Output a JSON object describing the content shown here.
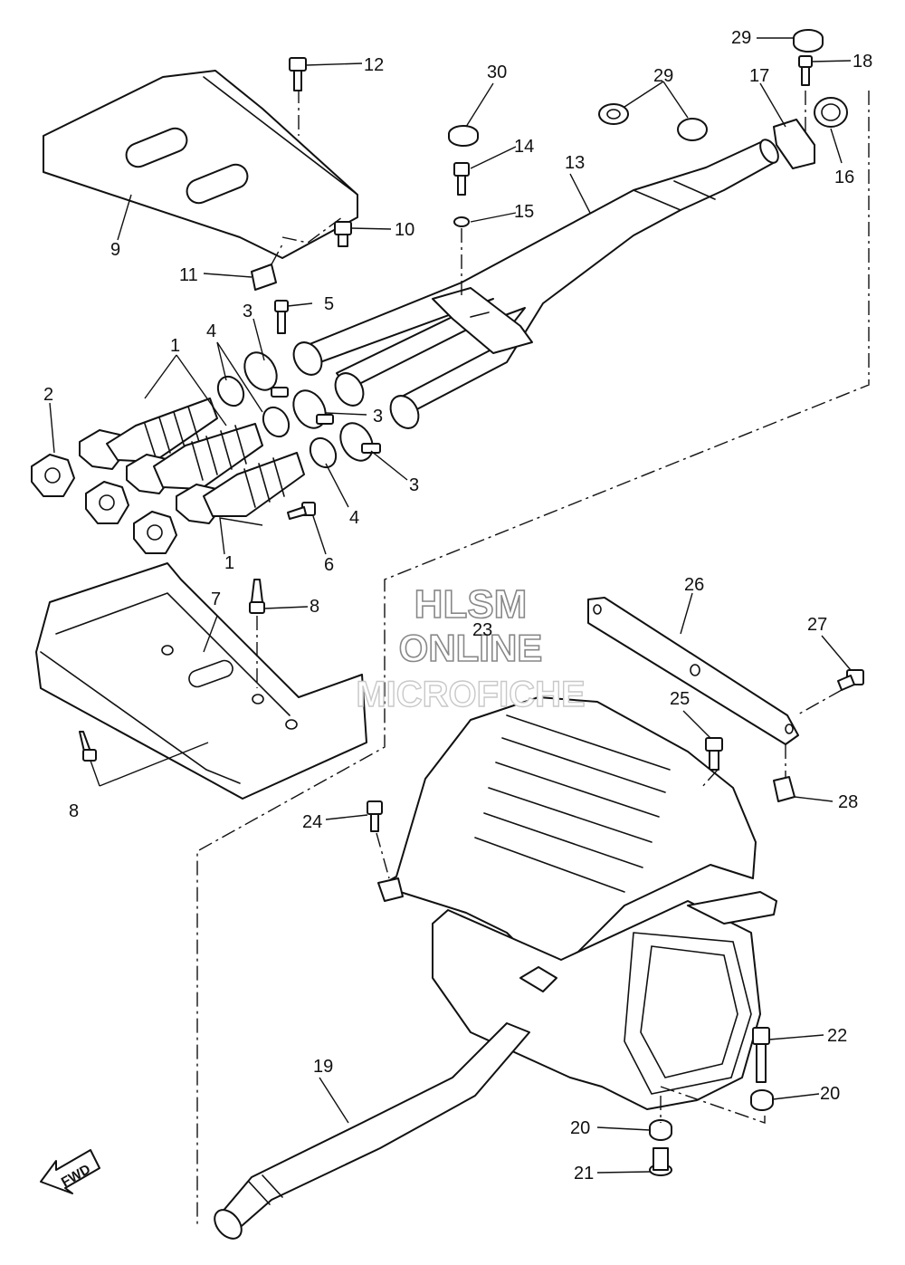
{
  "watermark": {
    "line1": "HLSM",
    "line2": "ONLINE",
    "line3": "MICROFICHE"
  },
  "direction_marker": {
    "label": "FWD",
    "icon": "fwd-arrow-icon"
  },
  "callouts": {
    "c1a": "1",
    "c1b": "1",
    "c2": "2",
    "c3a": "3",
    "c3b": "3",
    "c3c": "3",
    "c4a": "4",
    "c4b": "4",
    "c5": "5",
    "c6": "6",
    "c7": "7",
    "c8a": "8",
    "c8b": "8",
    "c9": "9",
    "c10": "10",
    "c11": "11",
    "c12": "12",
    "c13": "13",
    "c14": "14",
    "c15": "15",
    "c16": "16",
    "c17": "17",
    "c18": "18",
    "c19": "19",
    "c20a": "20",
    "c20b": "20",
    "c21": "21",
    "c22": "22",
    "c23": "23",
    "c24": "24",
    "c25": "25",
    "c26": "26",
    "c27": "27",
    "c28": "28",
    "c29a": "29",
    "c29b": "29",
    "c30": "30"
  }
}
